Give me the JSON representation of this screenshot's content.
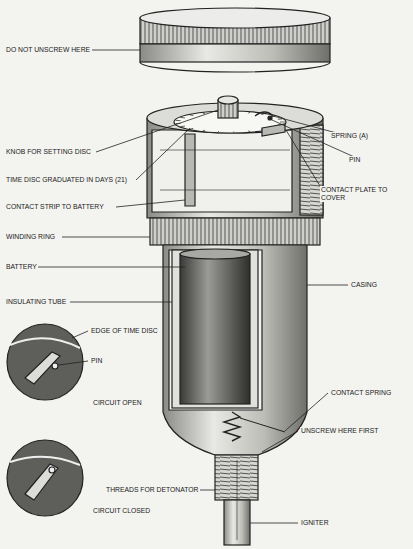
{
  "diagram": {
    "labels": [
      "DO NOT UNSCREW HERE",
      "KNOB FOR SETTING DISC",
      "SPRING (A)",
      "PIN",
      "TIME DISC GRADUATED IN DAYS (21)",
      "CONTACT PLATE TO COVER",
      "CONTACT STRIP TO BATTERY",
      "WINDING RING",
      "BATTERY",
      "CASING",
      "INSULATING TUBE",
      "EDGE OF TIME DISC",
      "PIN",
      "CIRCUIT OPEN",
      "CONTACT SPRING",
      "UNSCREW HERE FIRST",
      "THREADS FOR DETONATOR",
      "CIRCUIT CLOSED",
      "IGNITER"
    ]
  }
}
